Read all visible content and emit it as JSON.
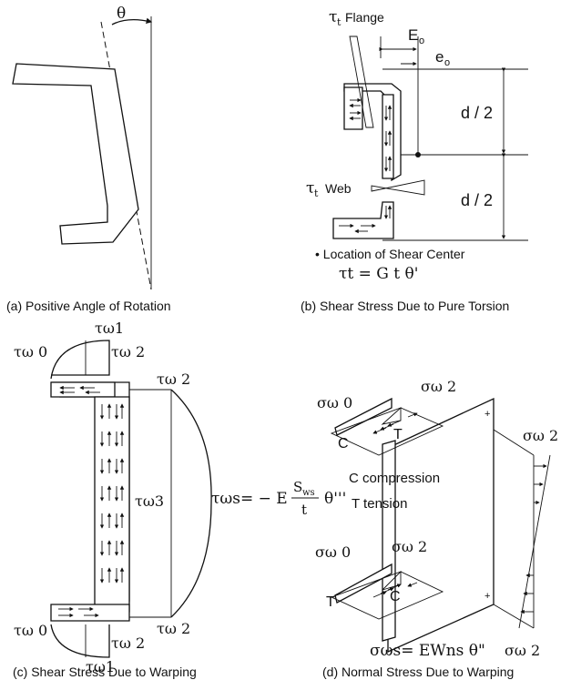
{
  "panel_a": {
    "caption": "(a) Positive Angle of Rotation",
    "theta": "θ"
  },
  "panel_b": {
    "caption": "(b) Shear Stress Due to Pure Torsion",
    "tau_t": "τ",
    "tau_t_sub": "t",
    "flange_label": "Flange",
    "web_label": "Web",
    "E": "E",
    "E_sub": "o",
    "e": "e",
    "e_sub": "o",
    "d_half_top": "d / 2",
    "d_half_bottom": "d / 2",
    "shear_center_note": "• Location of Shear Center",
    "formula": "τt = G t θ'"
  },
  "panel_c": {
    "caption": "(c) Shear Stress Due to Warping",
    "tau_w1_top": "τω1",
    "tau_w0_top": "τω 0",
    "tau_w2_top": "τω 2",
    "tau_w2_right_top": "τω 2",
    "tau_w3": "τω3",
    "tau_w2_right_bottom": "τω 2",
    "tau_w0_bottom": "τω 0",
    "tau_w2_bottom": "τω 2",
    "tau_w1_bottom": "τω1",
    "formula_lhs": "τωs= − E",
    "formula_num": "S",
    "formula_num_sub": "ws",
    "formula_den": "t",
    "formula_rhs": "θ'''"
  },
  "panel_d": {
    "caption": "(d) Normal Stress Due to Warping",
    "sigma_w0_top": "σω 0",
    "sigma_w2_top": "σω 2",
    "sigma_w2_right_top": "σω 2",
    "C_top": "C",
    "T_top": "T",
    "compression": "C compression",
    "tension": "T tension",
    "sigma_w0_bottom": "σω 0",
    "sigma_w2_mid": "σω 2",
    "T_bottom": "T",
    "C_bottom": "C",
    "sigma_w2_right_bottom": "σω 2",
    "formula": "σωs= EWns θ\""
  }
}
